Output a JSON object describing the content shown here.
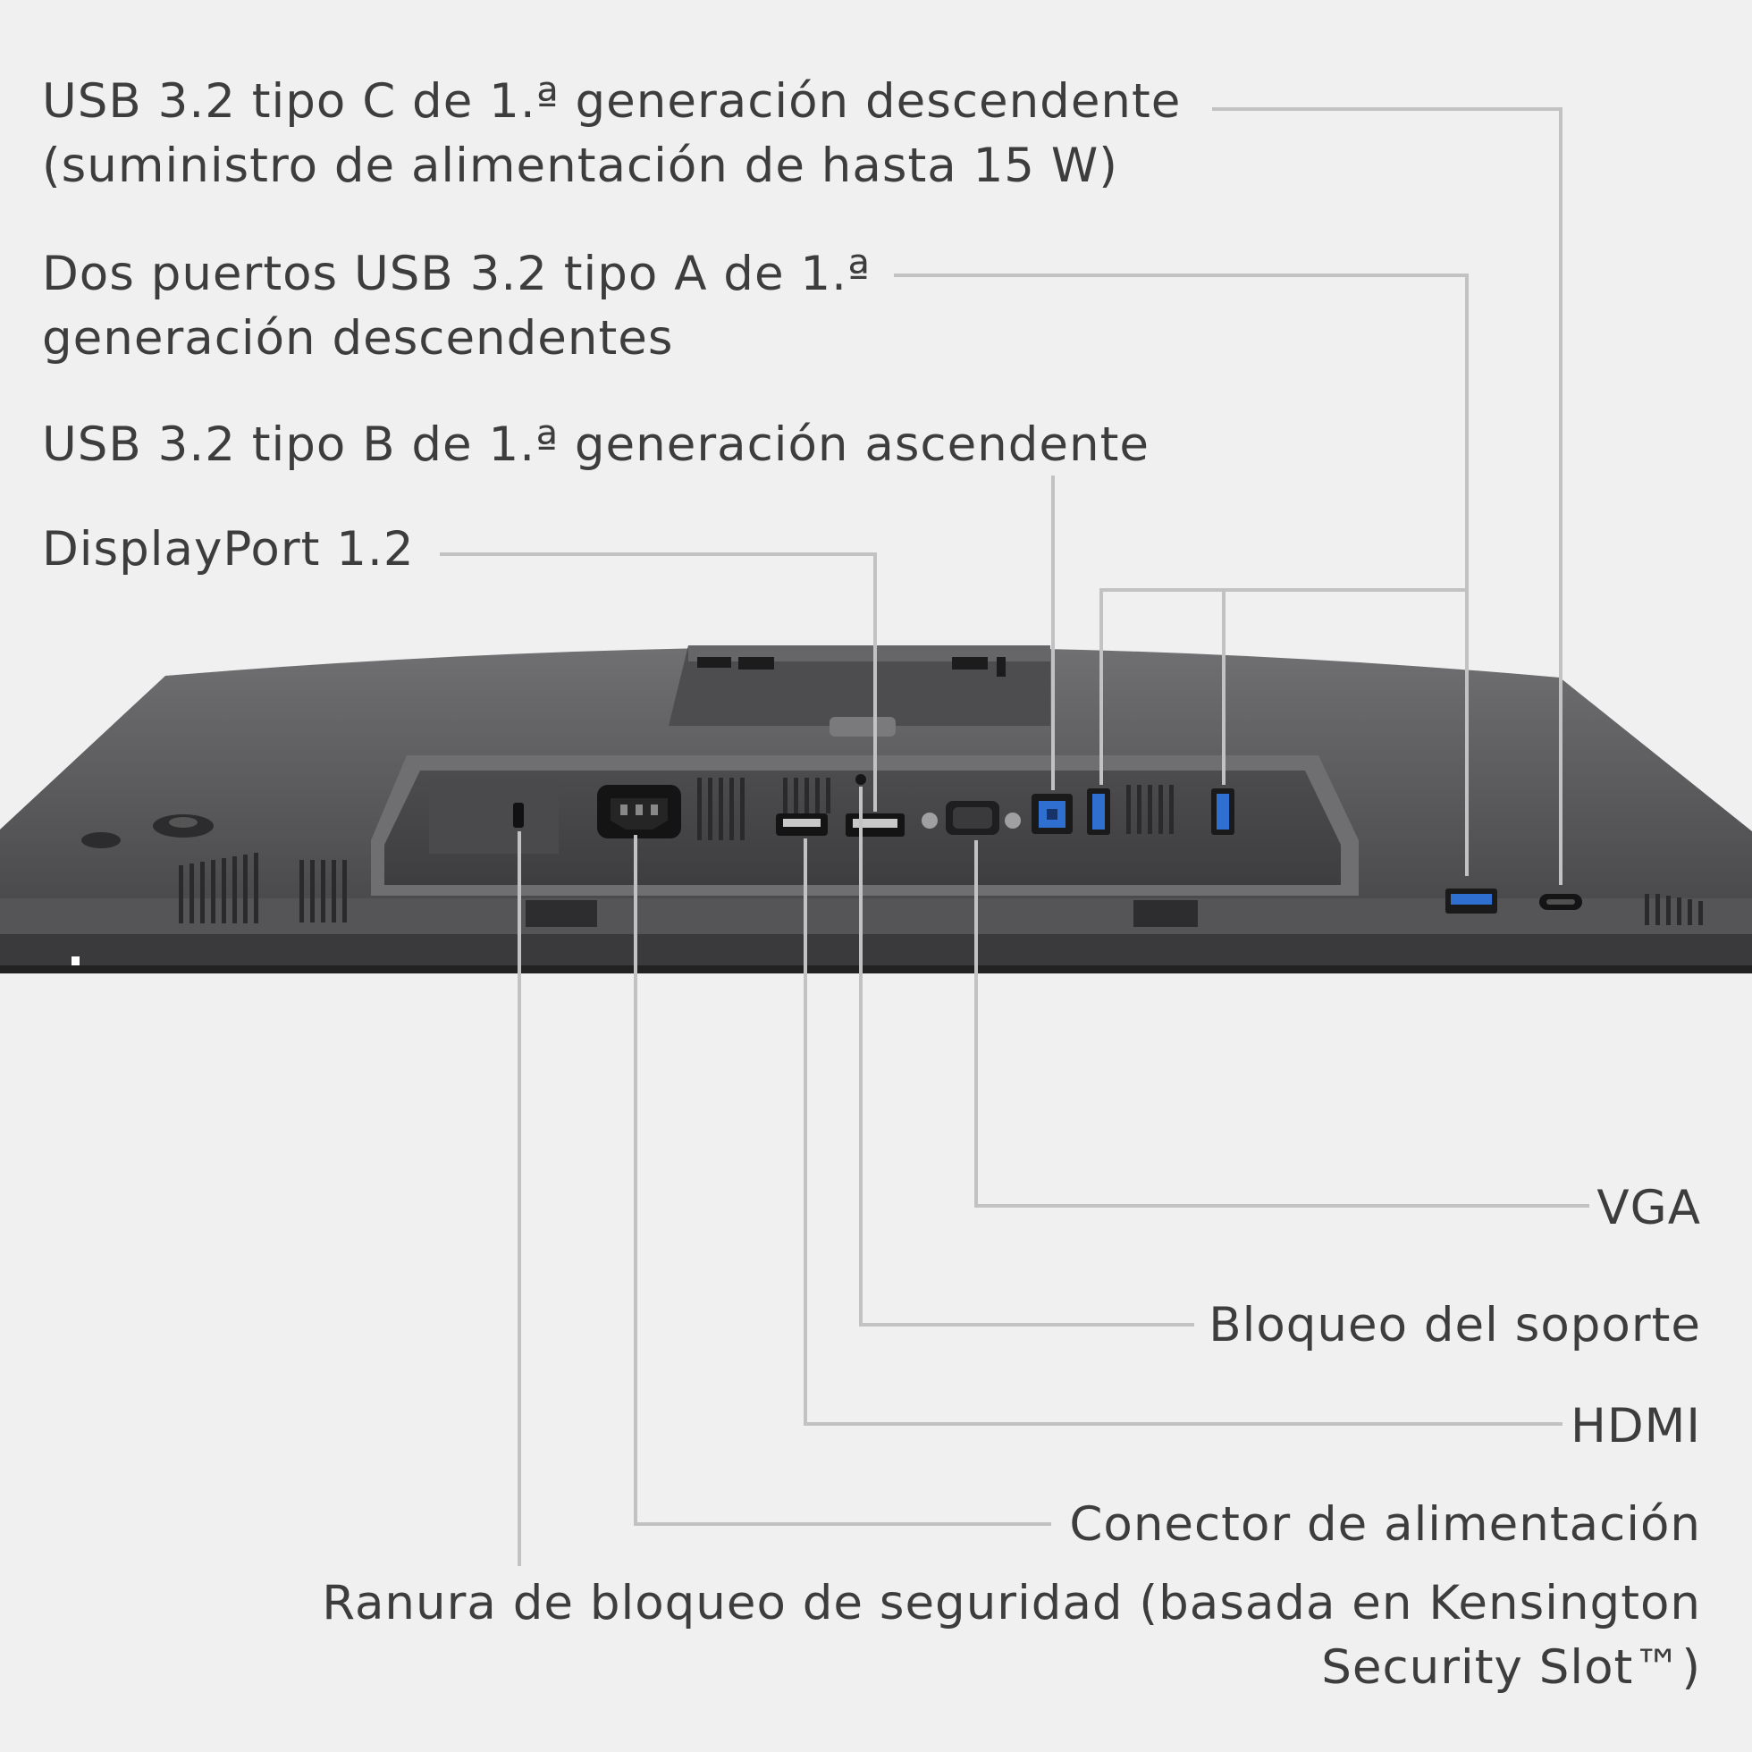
{
  "labels": {
    "usb_c": {
      "line1": "USB 3.2 tipo C de 1.ª generación descendente",
      "line2": "(suministro de alimentación de hasta 15 W)"
    },
    "usb_a": {
      "line1": "Dos puertos USB 3.2 tipo A de 1.ª",
      "line2": "generación descendentes"
    },
    "usb_b": "USB 3.2 tipo B de 1.ª generación ascendente",
    "displayport": "DisplayPort 1.2",
    "vga": "VGA",
    "stand_lock": "Bloqueo del soporte",
    "hdmi": "HDMI",
    "power": "Conector de alimentación",
    "security_slot": {
      "line1": "Ranura de bloqueo de seguridad (basada en Kensington",
      "line2": "Security Slot™)"
    }
  },
  "colors": {
    "background": "#f0f0f0",
    "text": "#3d3d3d",
    "leader_line": "#c2c2c2",
    "monitor_body": "#5b5b5d",
    "monitor_dark": "#3b3b3d",
    "port_blue": "#2f6fd0"
  }
}
